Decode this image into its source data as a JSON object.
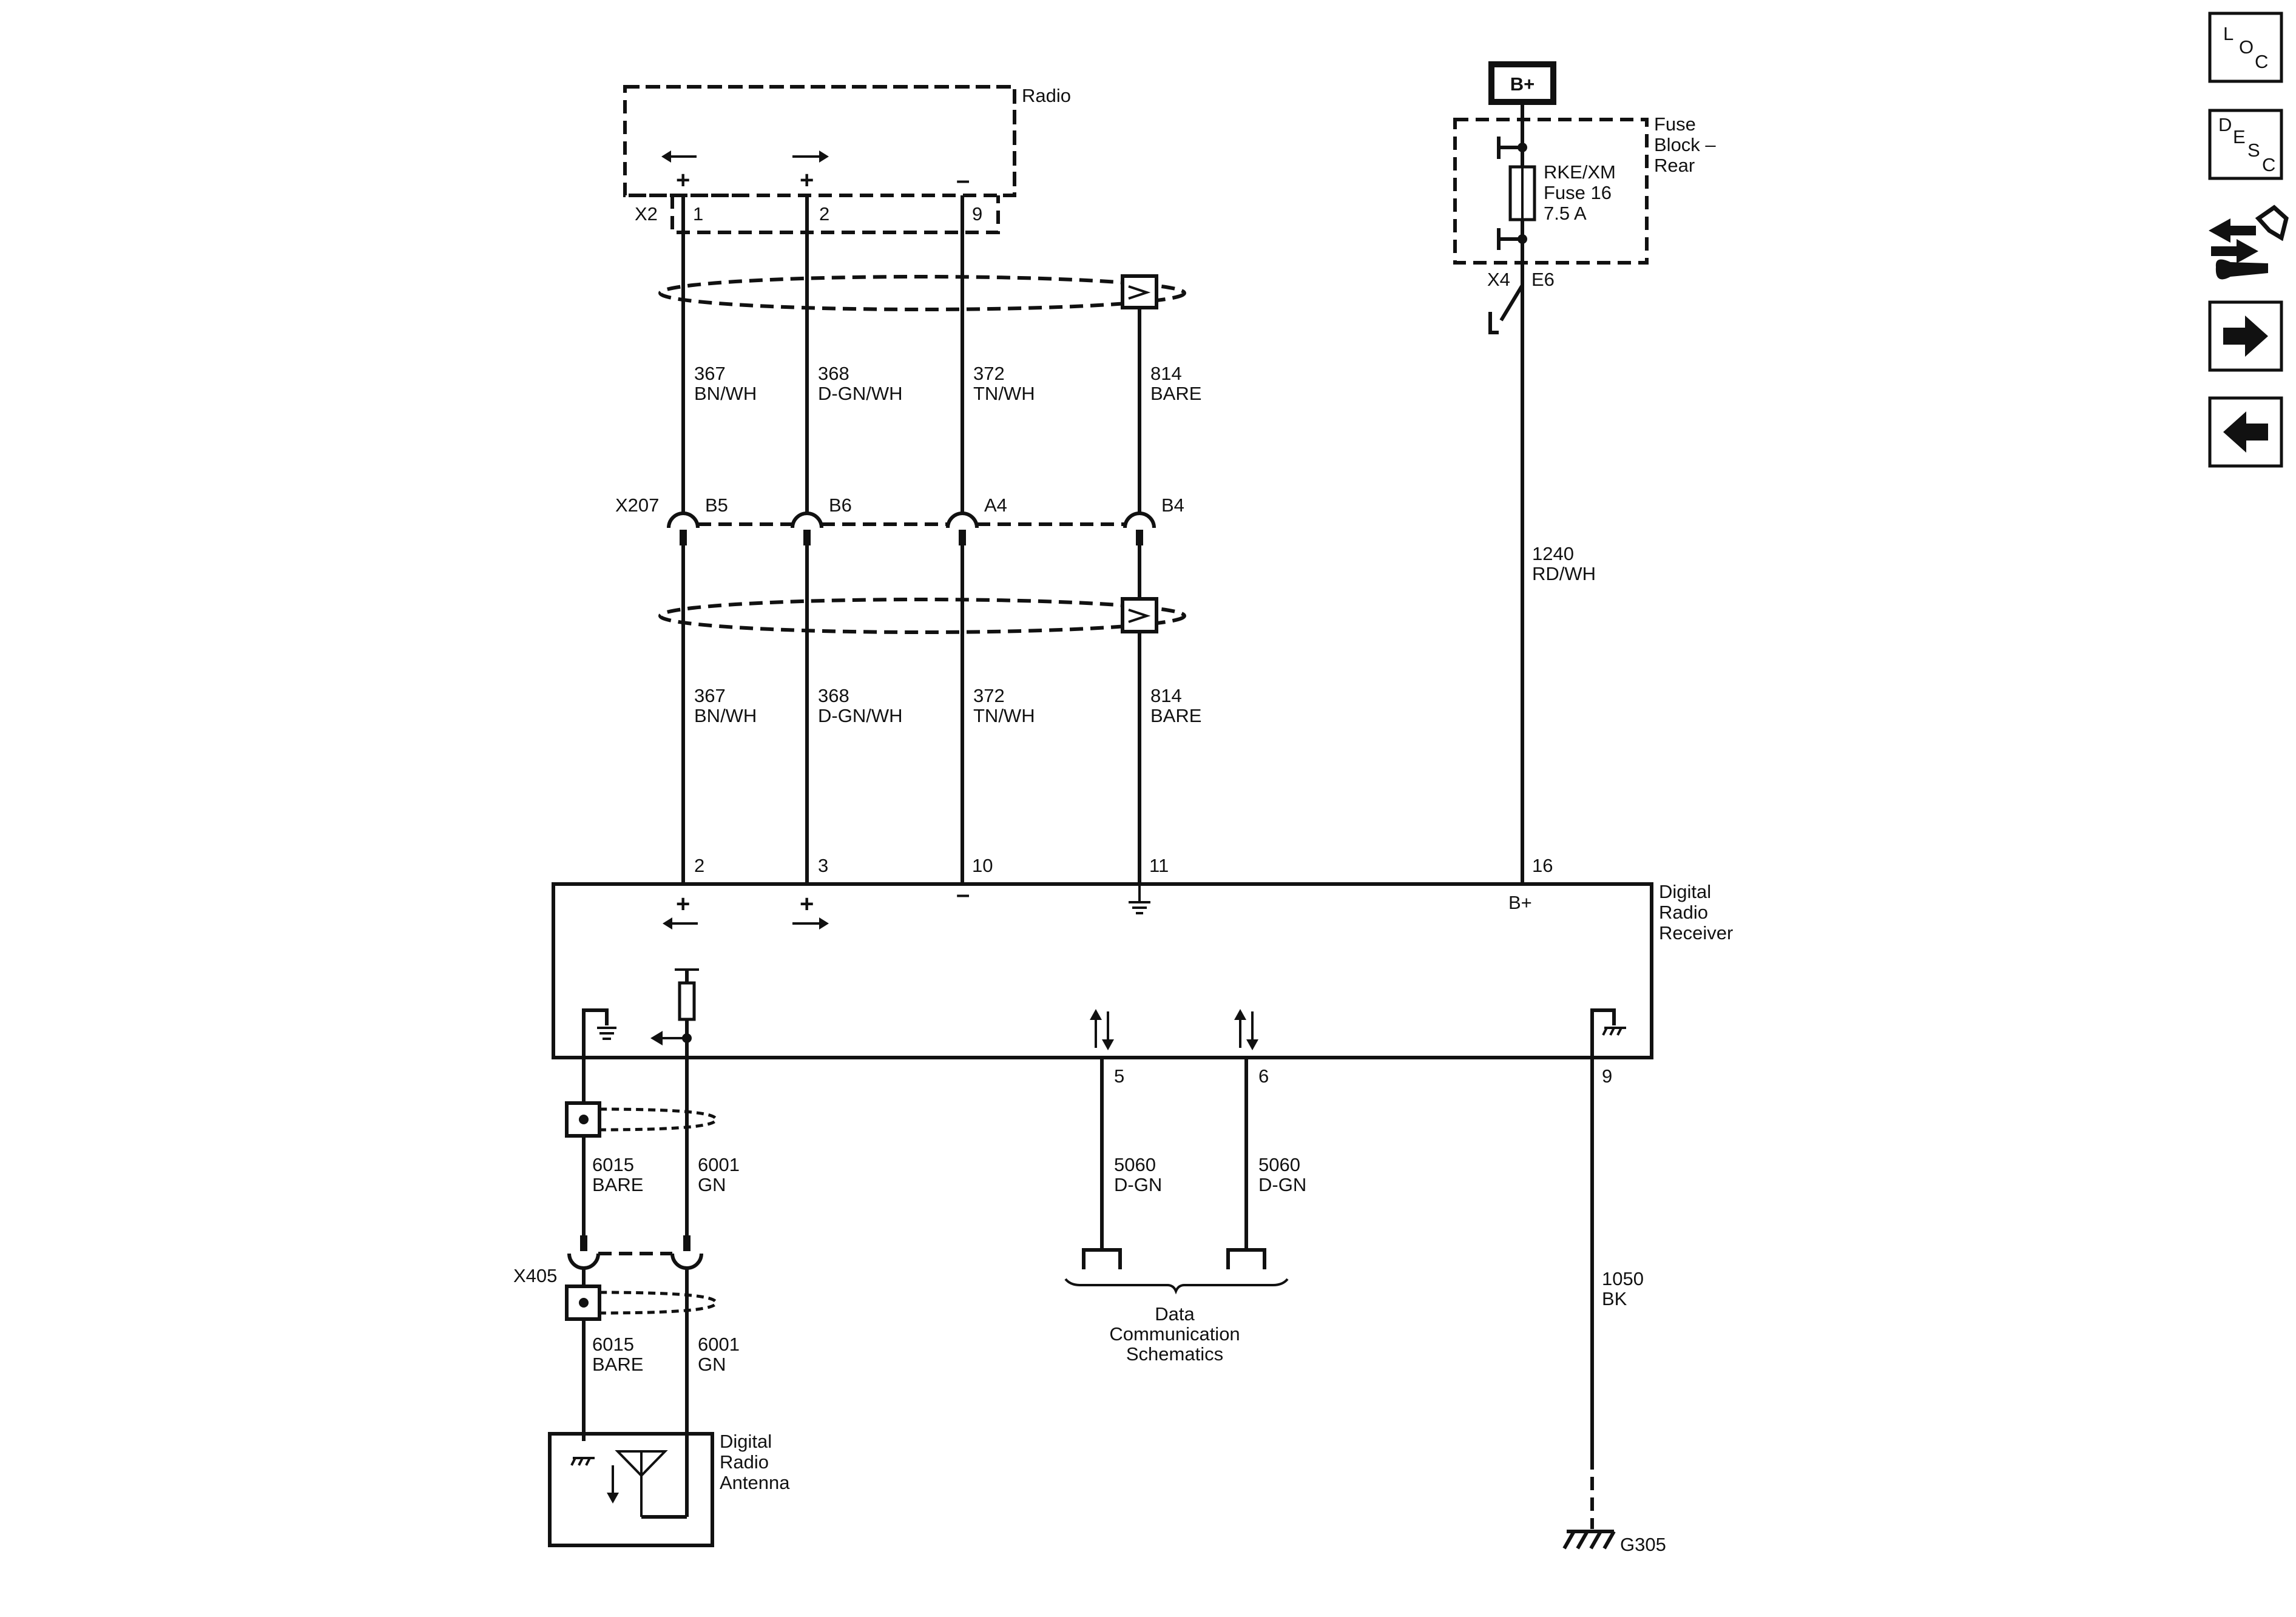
{
  "components": {
    "radio": "Radio",
    "fuse_block": [
      "Fuse",
      "Block –",
      "Rear"
    ],
    "fuse": [
      "RKE/XM",
      "Fuse 16",
      "7.5 A"
    ],
    "battery": "B+",
    "receiver": [
      "Digital",
      "Radio",
      "Receiver"
    ],
    "antenna": [
      "Digital",
      "Radio",
      "Antenna"
    ],
    "data_comm": [
      "Data",
      "Communication",
      "Schematics"
    ],
    "ground": "G305"
  },
  "connectors": {
    "radio": "X2",
    "fuse_out": "X4",
    "fuse_out_pin": "E6",
    "inline1": "X207",
    "inline2": "X405"
  },
  "radio_pins": [
    "1",
    "2",
    "9"
  ],
  "inline_pins": [
    "B5",
    "B6",
    "A4",
    "B4"
  ],
  "receiver_top_pins": [
    "2",
    "3",
    "10",
    "11",
    "16"
  ],
  "receiver_bottom_pins": [
    "5",
    "6",
    "9"
  ],
  "receiver_bplus": "B+",
  "wires": {
    "w367": [
      "367",
      "BN/WH"
    ],
    "w368": [
      "368",
      "D-GN/WH"
    ],
    "w372": [
      "372",
      "TN/WH"
    ],
    "w814": [
      "814",
      "BARE"
    ],
    "w1240": [
      "1240",
      "RD/WH"
    ],
    "w6015": [
      "6015",
      "BARE"
    ],
    "w6001": [
      "6001",
      "GN"
    ],
    "w5060": [
      "5060",
      "D-GN"
    ],
    "w1050": [
      "1050",
      "BK"
    ]
  },
  "polarity": {
    "plus": "+",
    "minus": "–"
  },
  "nav": {
    "loc": [
      "L",
      "O",
      "C"
    ],
    "desc": [
      "D",
      "E",
      "S",
      "C"
    ],
    "icons": [
      "connector-tool-icon",
      "arrow-right-icon",
      "arrow-left-icon"
    ]
  }
}
